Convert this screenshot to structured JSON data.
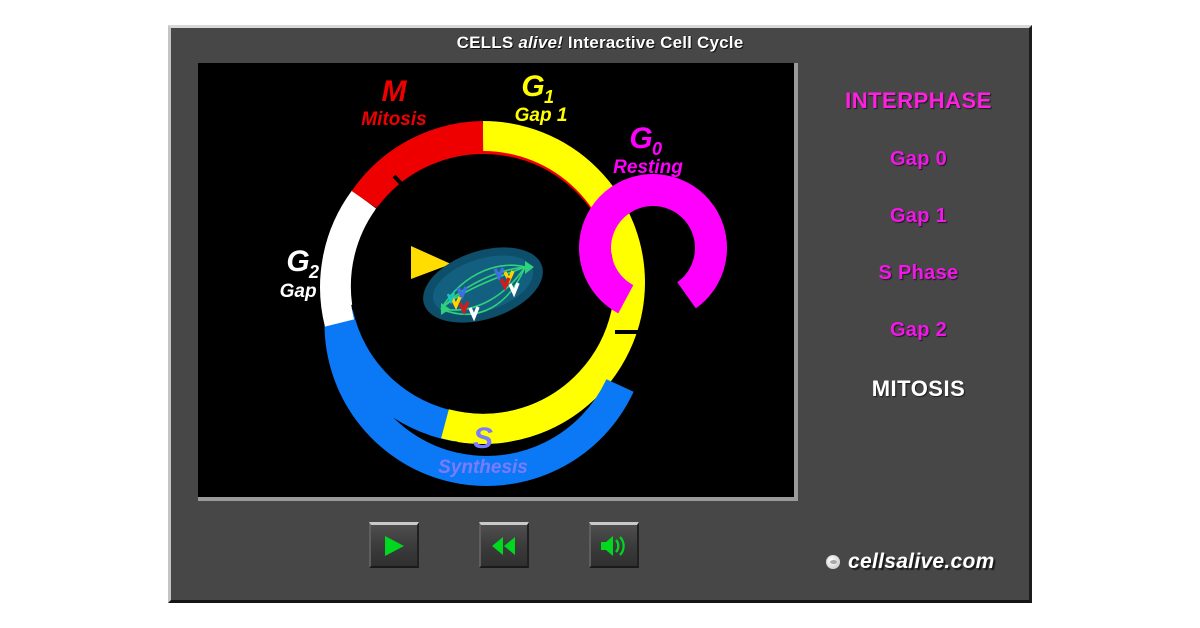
{
  "window": {
    "title_main": "CELLS",
    "title_italic": "alive!",
    "title_rest": "Interactive Cell Cycle"
  },
  "diagram": {
    "phases": [
      {
        "key": "M",
        "symbol": "M",
        "subscript": "",
        "name": "Mitosis",
        "color": "#ee0000",
        "start_deg": 297,
        "end_deg": 352
      },
      {
        "key": "G1",
        "symbol": "G",
        "subscript": "1",
        "name": "Gap 1",
        "color": "#ffff00",
        "start_deg": 352,
        "end_deg": 105
      },
      {
        "key": "S",
        "symbol": "S",
        "subscript": "",
        "name": "Synthesis",
        "color": "#0b78f5",
        "start_deg": 105,
        "end_deg": 215
      },
      {
        "key": "G2",
        "symbol": "G",
        "subscript": "2",
        "name": "Gap 2",
        "color": "#ffffff",
        "start_deg": 215,
        "end_deg": 297
      }
    ],
    "resting": {
      "symbol": "G",
      "subscript": "0",
      "name": "Resting",
      "color": "#ff00ff"
    },
    "pointer": {
      "color": "#ffdd00",
      "position_deg": 318
    },
    "cell": {
      "membrane_color": "#0d4f6b",
      "body_color": "#105a79",
      "spindle_color": "#2fd27a",
      "chromosome_colors": [
        "#3d6fe0",
        "#ffd400",
        "#d41b1b",
        "#ffffff",
        "#19c4c4"
      ]
    }
  },
  "menu": {
    "heading": "INTERPHASE",
    "items": [
      {
        "label": "Gap 0"
      },
      {
        "label": "Gap 1"
      },
      {
        "label": "S Phase"
      },
      {
        "label": "Gap 2"
      }
    ],
    "mitosis_label": "MITOSIS",
    "heading_color": "#ff1fe0",
    "item_color": "#f216e8",
    "mitosis_color": "#ffffff"
  },
  "controls": {
    "play_label": "Play",
    "rewind_label": "Rewind",
    "sound_label": "Sound",
    "icon_color": "#00d71f"
  },
  "footer": {
    "logo_text": "cellsalive.com"
  }
}
